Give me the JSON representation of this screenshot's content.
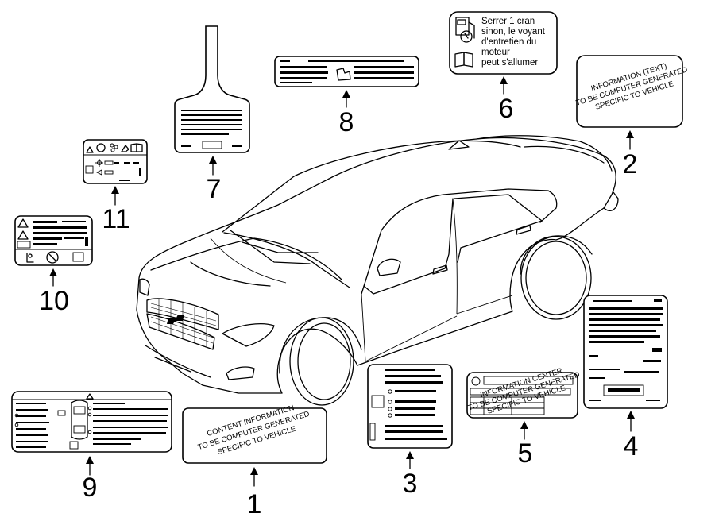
{
  "labels": {
    "l1": {
      "number": "1",
      "lines": [
        "CONTENT INFORMATION",
        "TO BE COMPUTER GENERATED",
        "SPECIFIC TO VEHICLE"
      ]
    },
    "l2": {
      "number": "2",
      "lines": [
        "INFORMATION (TEXT)",
        "TO BE COMPUTER GENERATED",
        "SPECIFIC TO VEHICLE"
      ]
    },
    "l3": {
      "number": "3"
    },
    "l4": {
      "number": "4"
    },
    "l5": {
      "number": "5",
      "lines": [
        "INFORMATION CENTER",
        "TO BE COMPUTER GENERATED",
        "SPECIFIC TO VEHICLE"
      ]
    },
    "l6": {
      "number": "6",
      "lines": [
        "Serrer 1 cran",
        "sinon, le voyant",
        "d'entretien du",
        "moteur",
        "peut s'allumer"
      ]
    },
    "l7": {
      "number": "7"
    },
    "l8": {
      "number": "8"
    },
    "l9": {
      "number": "9"
    },
    "l10": {
      "number": "10"
    },
    "l11": {
      "number": "11"
    }
  }
}
